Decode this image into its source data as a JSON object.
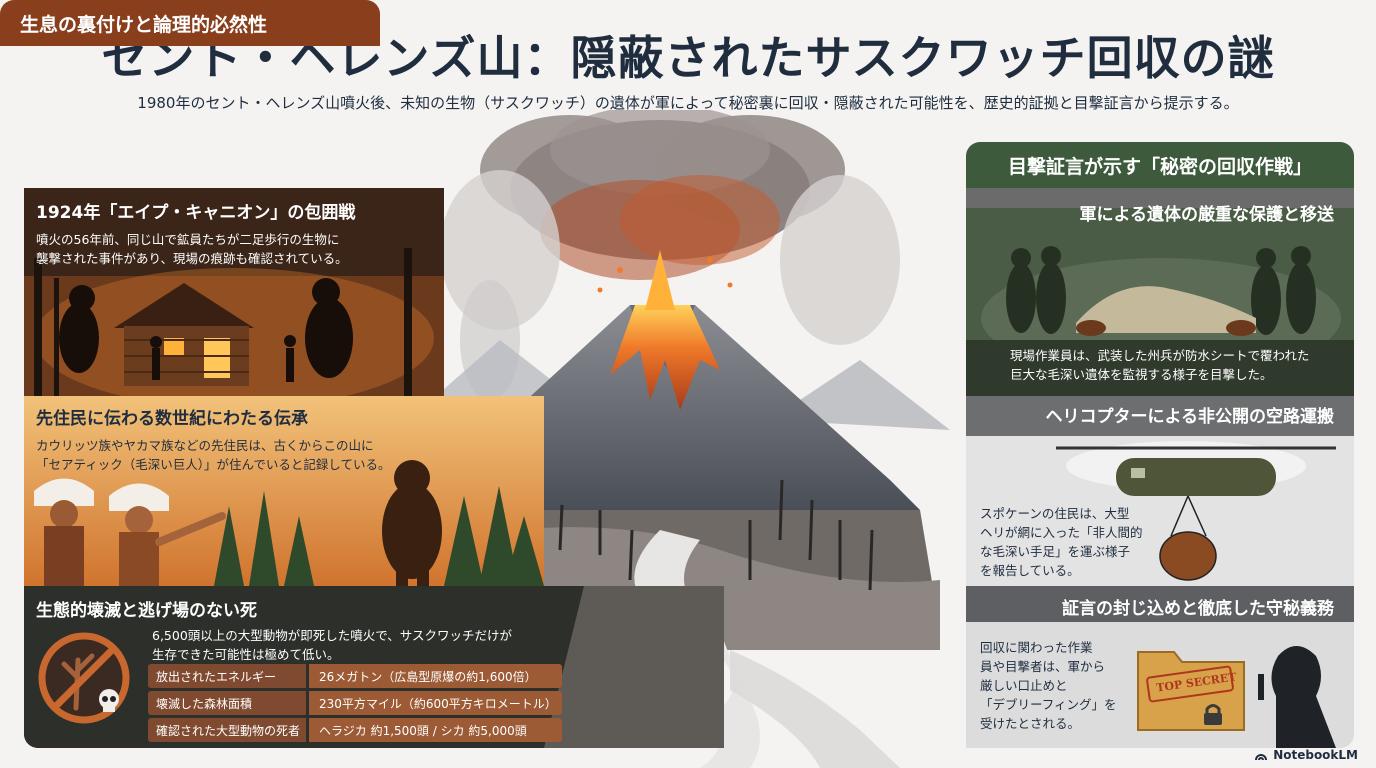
{
  "header": {
    "title": "セント・ヘレンズ山：隠蔽されたサスクワッチ回収の謎",
    "subtitle": "1980年のセント・ヘレンズ山噴火後、未知の生物（サスクワッチ）の遺体が軍によって秘密裏に回収・隠蔽された可能性を、歴史的証拠と目撃証言から提示する。"
  },
  "left": {
    "heading": "生息の裏付けと論理的必然性",
    "sections": [
      {
        "title": "1924年「エイプ・キャニオン」の包囲戦",
        "text_lines": [
          "噴火の56年前、同じ山で鉱員たちが二足歩行の生物に",
          "襲撃された事件があり、現場の痕跡も確認されている。"
        ]
      },
      {
        "title": "先住民に伝わる数世紀にわたる伝承",
        "text_lines": [
          "カウリッツ族やヤカマ族などの先住民は、古くからこの山に",
          "「セアティック（毛深い巨人）」が住んでいると記録している。"
        ]
      },
      {
        "title": "生態的壊滅と逃げ場のない死",
        "text_lines": [
          "6,500頭以上の大型動物が即死した噴火で、サスクワッチだけが",
          "生存できた可能性は極めて低い。"
        ]
      }
    ],
    "stats": [
      {
        "label": "放出されたエネルギー",
        "value": "26メガトン（広島型原爆の約1,600倍）"
      },
      {
        "label": "壊滅した森林面積",
        "value": "230平方マイル（約600平方キロメートル）"
      },
      {
        "label": "確認された大型動物の死者",
        "value": "ヘラジカ 約1,500頭 / シカ 約5,000頭"
      }
    ]
  },
  "right": {
    "heading": "目撃証言が示す「秘密の回収作戦」",
    "sections": [
      {
        "title": "軍による遺体の厳重な保護と移送",
        "text_lines": [
          "現場作業員は、武装した州兵が防水シートで覆われた",
          "巨大な毛深い遺体を監視する様子を目撃した。"
        ]
      },
      {
        "title": "ヘリコプターによる非公開の空路運搬",
        "text_lines": [
          "スポケーンの住民は、大型",
          "ヘリが網に入った「非人間的",
          "な毛深い手足」を運ぶ様子",
          "を報告している。"
        ]
      },
      {
        "title": "証言の封じ込めと徹底した守秘義務",
        "text_lines": [
          "回収に関わった作業",
          "員や目撃者は、軍から",
          "厳しい口止めと",
          "「デブリーフィング」を",
          "受けたとされる。"
        ]
      }
    ],
    "folder_stamp": "TOP SECRET"
  },
  "footer": {
    "brand": "NotebookLM"
  },
  "colors": {
    "title": "#1f2d3f",
    "left_accent": "#8a3f1c",
    "right_accent": "#3d5a3c",
    "lava": "#e8562a"
  },
  "icons": [
    "no-entry-icon",
    "skull-icon",
    "folder-icon",
    "lock-icon",
    "notebooklm-icon"
  ]
}
